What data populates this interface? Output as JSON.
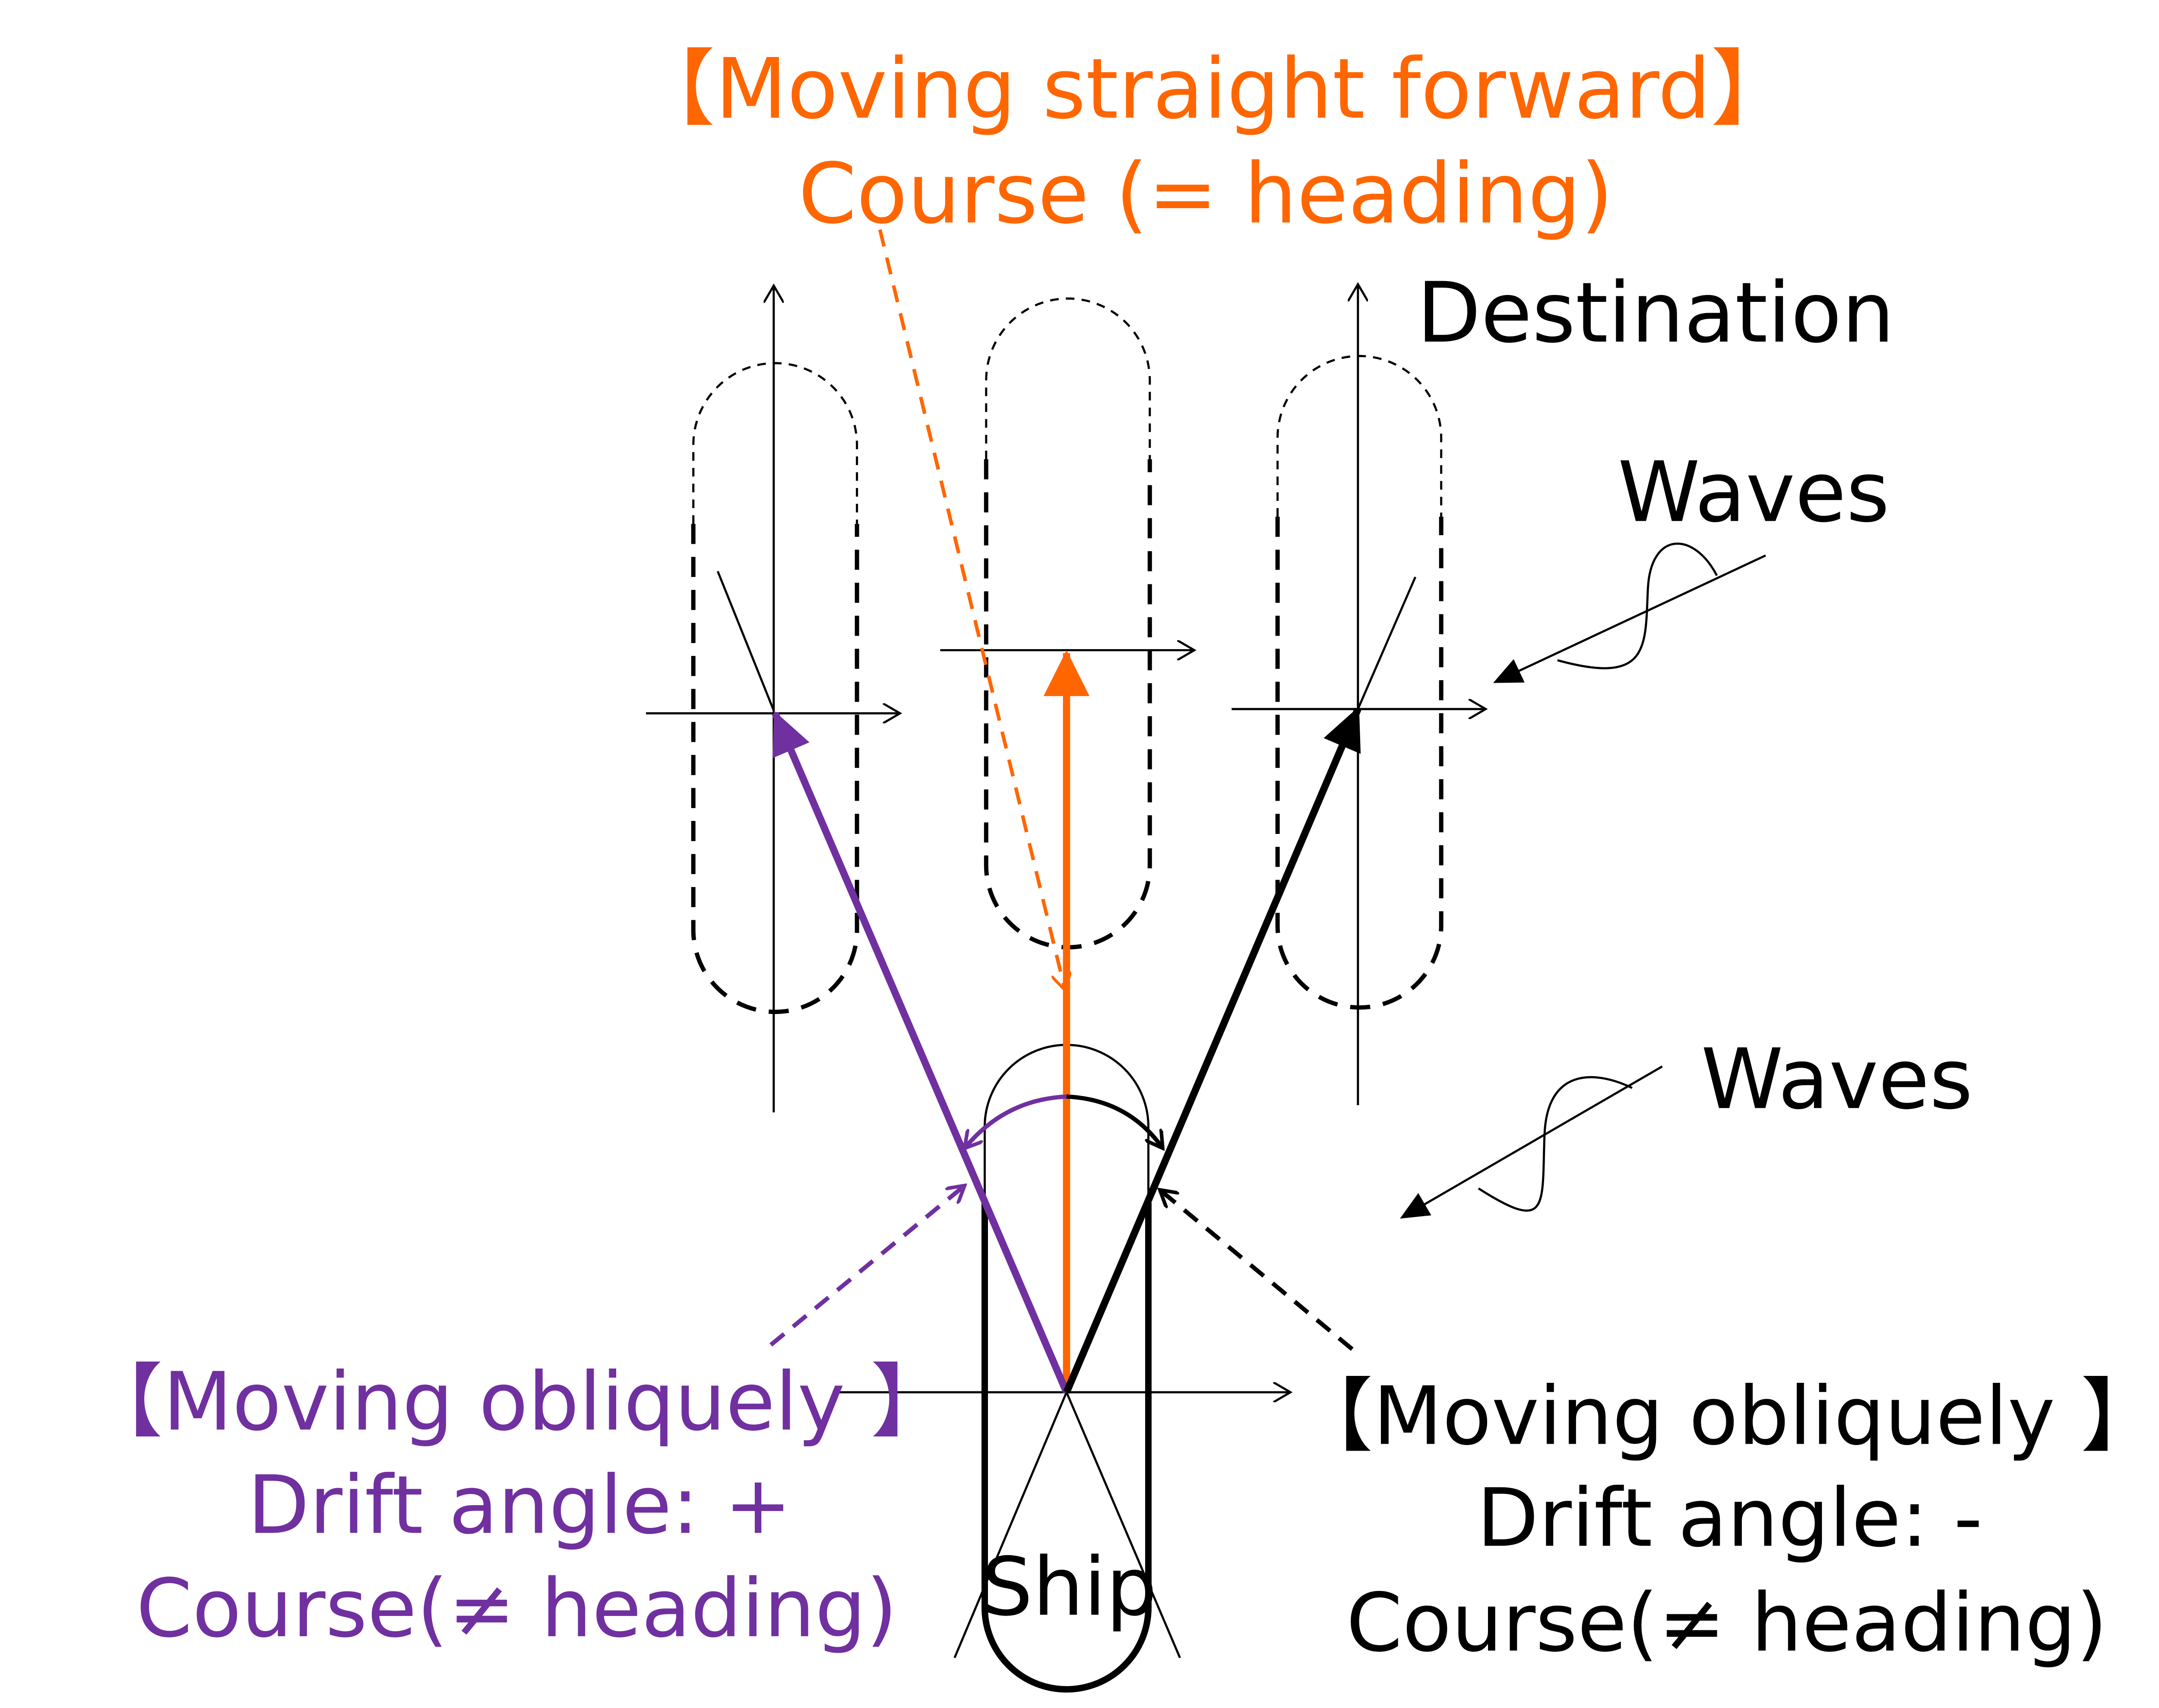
{
  "colors": {
    "orange": "#ff6600",
    "purple": "#7030a0",
    "black": "#000000"
  },
  "labels": {
    "straight_title": "【Moving straight forward】",
    "straight_sub": "Course (= heading)",
    "destination": "Destination",
    "waves_upper": "Waves",
    "waves_lower": "Waves",
    "left_title": "【Moving obliquely 】",
    "left_drift": "Drift angle: +",
    "left_course": "Course(≠ heading)",
    "right_title": "【Moving obliquely 】",
    "right_drift": "Drift angle: -",
    "right_course": "Course(≠ heading)",
    "ship": "Ship"
  }
}
